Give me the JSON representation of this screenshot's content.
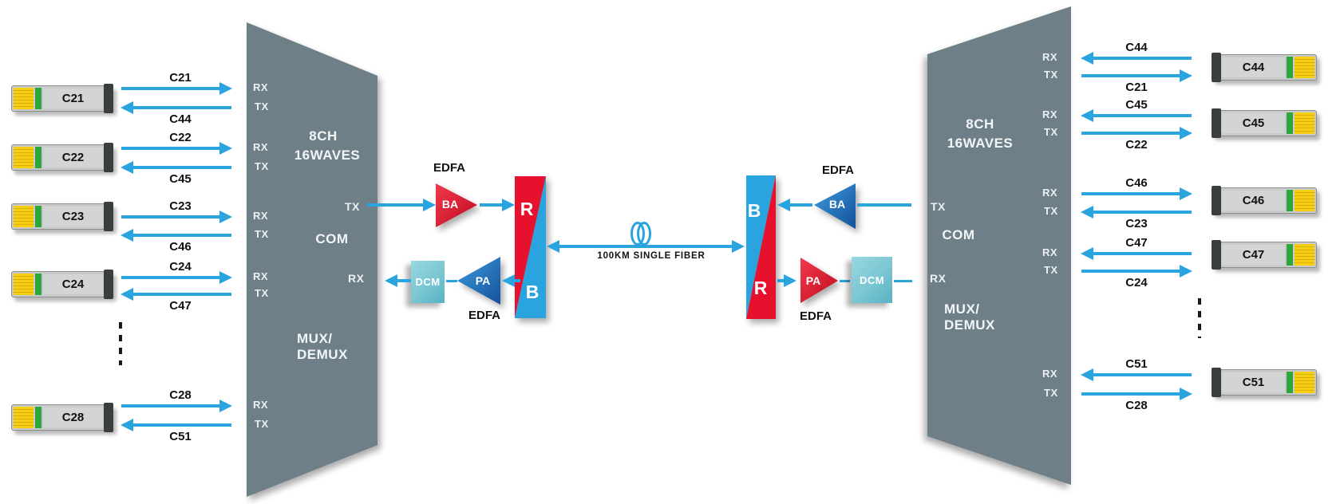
{
  "colors": {
    "arrow_blue": "#29A4DE",
    "mux_gray": "#6E7F88",
    "filter_red": "#E8112D",
    "filter_blue": "#29A4DE",
    "amp_red": "#D8182F",
    "amp_blue": "#1B75BC",
    "dcm_teal": "#7FC9D4",
    "module_yellow": "#F6CE12",
    "module_green": "#2FA63C"
  },
  "labels": {
    "rx": "RX",
    "tx": "TX",
    "edfa": "EDFA",
    "ba": "BA",
    "pa": "PA",
    "dcm": "DCM",
    "red_band": "R",
    "blue_band": "B"
  },
  "left_mux": {
    "channels": "8CH",
    "waves": "16WAVES",
    "com": "COM",
    "type_line1": "MUX/",
    "type_line2": "DEMUX"
  },
  "right_mux": {
    "channels": "8CH",
    "waves": "16WAVES",
    "com": "COM",
    "type_line1": "MUX/",
    "type_line2": "DEMUX"
  },
  "fiber": {
    "label": "100KM SINGLE FIBER"
  },
  "left_rows": [
    {
      "module": "C21",
      "to_mux": "C21",
      "from_mux": "C44"
    },
    {
      "module": "C22",
      "to_mux": "C22",
      "from_mux": "C45"
    },
    {
      "module": "C23",
      "to_mux": "C23",
      "from_mux": "C46"
    },
    {
      "module": "C24",
      "to_mux": "C24",
      "from_mux": "C47"
    },
    {
      "module": "C28",
      "to_mux": "C28",
      "from_mux": "C51"
    }
  ],
  "right_rows": [
    {
      "module": "C44",
      "top_label": "C44",
      "bottom_label": "C21"
    },
    {
      "module": "C45",
      "top_label": "C45",
      "bottom_label": "C22"
    },
    {
      "module": "C46",
      "top_label": "C46",
      "bottom_label": "C23"
    },
    {
      "module": "C47",
      "top_label": "C47",
      "bottom_label": "C24"
    },
    {
      "module": "C51",
      "top_label": "C51",
      "bottom_label": "C28"
    }
  ]
}
